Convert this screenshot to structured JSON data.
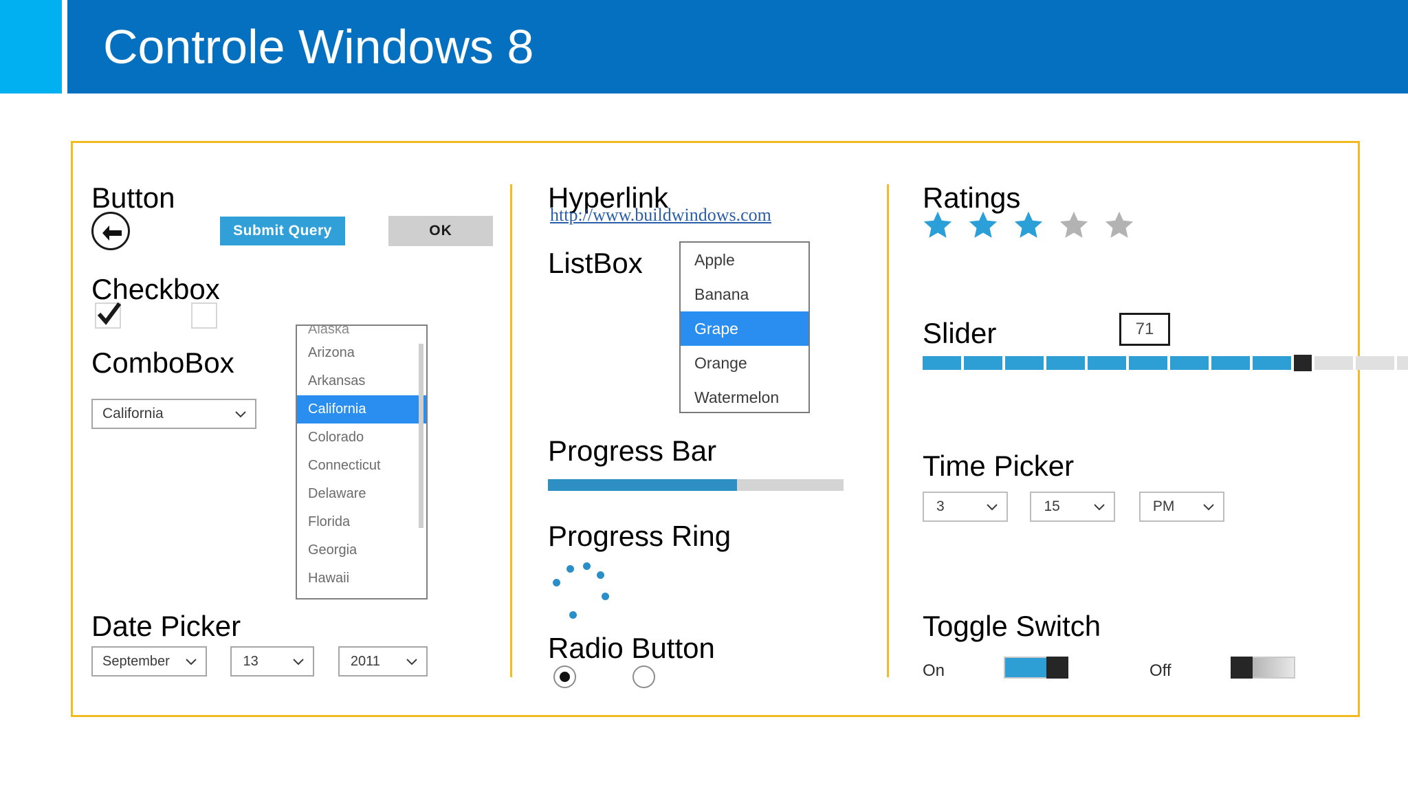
{
  "header": {
    "title": "Controle Windows 8",
    "accent_color": "#00b0f0",
    "bar_color": "#0570c0"
  },
  "frame": {
    "border_color": "#f5b921"
  },
  "theme": {
    "accent_blue": "#2a8ef0",
    "control_blue": "#2e9fd4",
    "submit_blue": "#31a0d8",
    "star_filled": "#2a9fd8",
    "star_empty": "#b3b3b3"
  },
  "column1": {
    "button": {
      "title": "Button",
      "back_icon": "back-arrow-icon",
      "submit_label": "Submit Query",
      "ok_label": "OK"
    },
    "checkbox": {
      "title": "Checkbox",
      "items": [
        {
          "label": "",
          "checked": true
        },
        {
          "label": "",
          "checked": false
        }
      ]
    },
    "combobox": {
      "title": "ComboBox",
      "selected": "California",
      "chevron_icon": "chevron-down-icon",
      "options": [
        {
          "label": "Alaska",
          "selected": false,
          "clipped": true
        },
        {
          "label": "Arizona",
          "selected": false
        },
        {
          "label": "Arkansas",
          "selected": false
        },
        {
          "label": "California",
          "selected": true
        },
        {
          "label": "Colorado",
          "selected": false
        },
        {
          "label": "Connecticut",
          "selected": false
        },
        {
          "label": "Delaware",
          "selected": false
        },
        {
          "label": "Florida",
          "selected": false
        },
        {
          "label": "Georgia",
          "selected": false
        },
        {
          "label": "Hawaii",
          "selected": false
        }
      ]
    },
    "datepicker": {
      "title": "Date Picker",
      "month": "September",
      "day": "13",
      "year": "2011"
    }
  },
  "column2": {
    "hyperlink": {
      "title": "Hyperlink",
      "url_text": "http://www.buildwindows.com"
    },
    "listbox": {
      "title": "ListBox",
      "options": [
        {
          "label": "Apple",
          "selected": false
        },
        {
          "label": "Banana",
          "selected": false
        },
        {
          "label": "Grape",
          "selected": true
        },
        {
          "label": "Orange",
          "selected": false
        },
        {
          "label": "Watermelon",
          "selected": false
        }
      ]
    },
    "progressbar": {
      "title": "Progress Bar",
      "percent": 64
    },
    "progressring": {
      "title": "Progress Ring",
      "dot_count": 6
    },
    "radiobutton": {
      "title": "Radio Button",
      "items": [
        {
          "label": "",
          "selected": true
        },
        {
          "label": "",
          "selected": false
        }
      ]
    }
  },
  "column3": {
    "ratings": {
      "title": "Ratings",
      "value": 3,
      "max": 5
    },
    "slider": {
      "title": "Slider",
      "value": "71",
      "segments_total": 14,
      "segments_filled": 9
    },
    "timepicker": {
      "title": "Time Picker",
      "hour": "3",
      "minute": "15",
      "meridiem": "PM",
      "chevron_icon": "chevron-down-icon"
    },
    "toggleswitch": {
      "title": "Toggle Switch",
      "on_label": "On",
      "off_label": "Off"
    }
  }
}
